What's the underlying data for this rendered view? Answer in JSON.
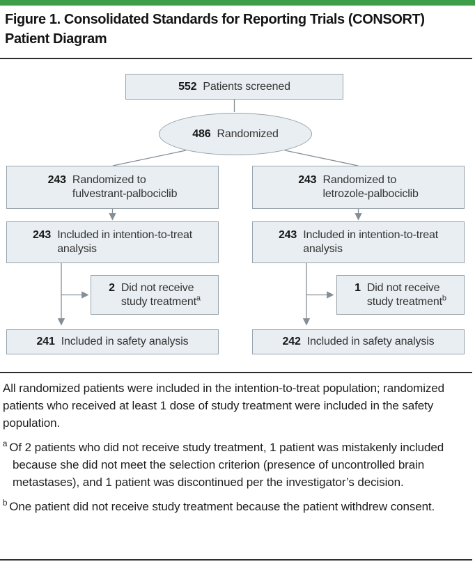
{
  "figure_title": {
    "line1": "Figure 1. Consolidated Standards for Reporting Trials (CONSORT)",
    "line2": "Patient Diagram"
  },
  "diagram": {
    "screened": {
      "n": "552",
      "label": "Patients screened"
    },
    "randomized": {
      "n": "486",
      "label": "Randomized"
    },
    "left_arm": {
      "n": "243",
      "line1": "Randomized to",
      "line2": "fulvestrant-palbociclib"
    },
    "right_arm": {
      "n": "243",
      "line1": "Randomized to",
      "line2": "letrozole-palbociclib"
    },
    "left_itt": {
      "n": "243",
      "line1": "Included in intention-to-treat",
      "line2": "analysis"
    },
    "right_itt": {
      "n": "243",
      "line1": "Included in intention-to-treat",
      "line2": "analysis"
    },
    "left_not_treated": {
      "n": "2",
      "line1": "Did not receive",
      "line2": "study treatment",
      "footnote_marker": "a"
    },
    "right_not_treated": {
      "n": "1",
      "line1": "Did not receive",
      "line2": "study treatment",
      "footnote_marker": "b"
    },
    "left_safety": {
      "n": "241",
      "label": "Included in safety analysis"
    },
    "right_safety": {
      "n": "242",
      "label": "Included in safety analysis"
    }
  },
  "footnotes": {
    "general": "All randomized patients were included in the intention-to-treat population; randomized patients who received at least 1 dose of study treatment were included in the safety population.",
    "a": {
      "marker": "a",
      "text": "Of 2 patients who did not receive study treatment, 1 patient was mistakenly included because she did not meet the selection criterion (presence of uncontrolled brain metastases), and 1 patient was discontinued per the investigator’s decision."
    },
    "b": {
      "marker": "b",
      "text": "One patient did not receive study treatment because the patient withdrew consent."
    }
  },
  "colors": {
    "accent_green": "#3f9e4a",
    "box_fill": "#e8eef1",
    "box_border": "#97a3ac",
    "connector": "#848e95",
    "rule": "#2e2e2e",
    "text": "#1e1e1e"
  }
}
